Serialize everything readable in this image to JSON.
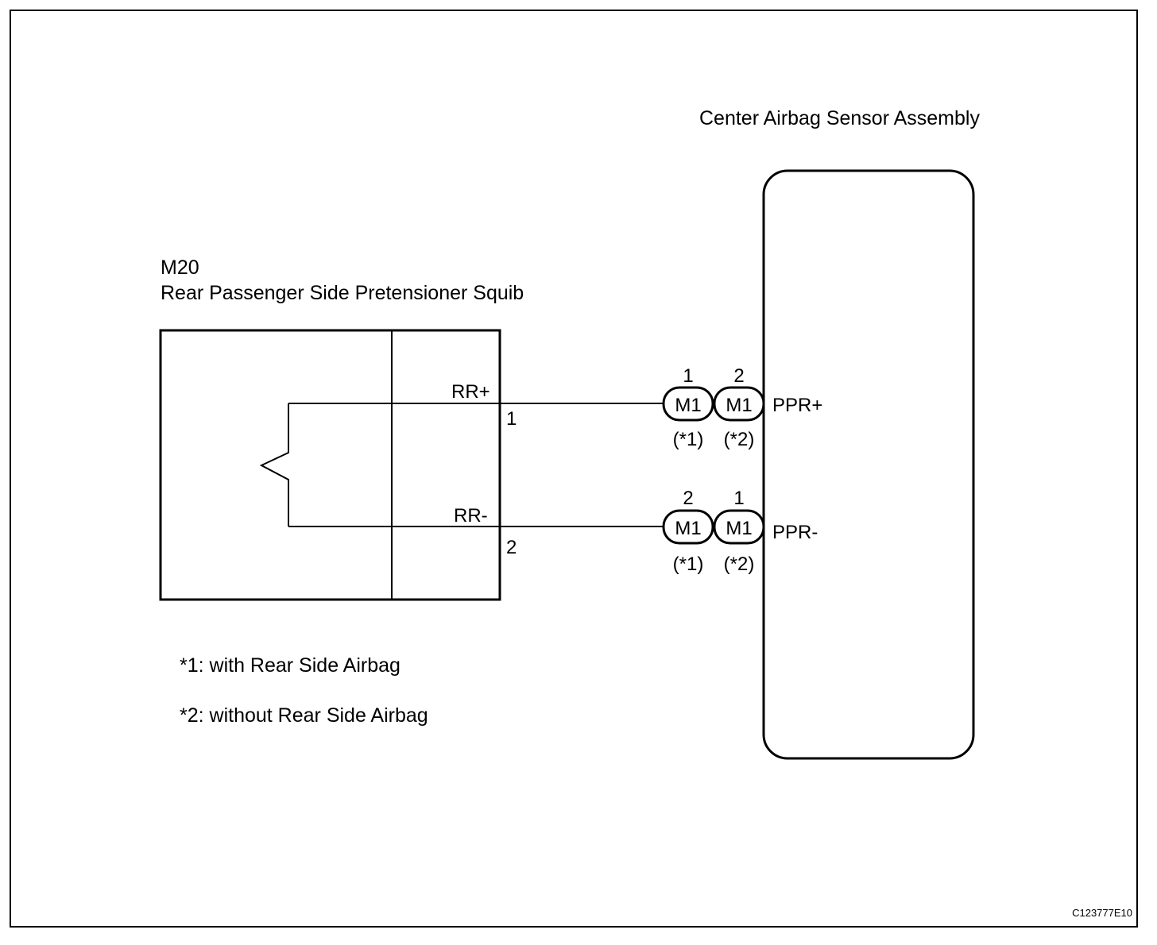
{
  "ecu": {
    "title": "Center Airbag Sensor Assembly",
    "terminals": [
      "PPR+",
      "PPR-"
    ]
  },
  "squib": {
    "code": "M20",
    "name": "Rear Passenger Side Pretensioner Squib",
    "terminals": [
      "RR+",
      "RR-"
    ],
    "pins": [
      "1",
      "2"
    ]
  },
  "connectors": {
    "top": [
      {
        "label": "M1",
        "pin": "1",
        "variant": "(*1)"
      },
      {
        "label": "M1",
        "pin": "2",
        "variant": "(*2)"
      }
    ],
    "bottom": [
      {
        "label": "M1",
        "pin": "2",
        "variant": "(*1)"
      },
      {
        "label": "M1",
        "pin": "1",
        "variant": "(*2)"
      }
    ]
  },
  "notes": [
    "*1: with Rear Side Airbag",
    "*2: without Rear Side Airbag"
  ],
  "figure_code": "C123777E10"
}
